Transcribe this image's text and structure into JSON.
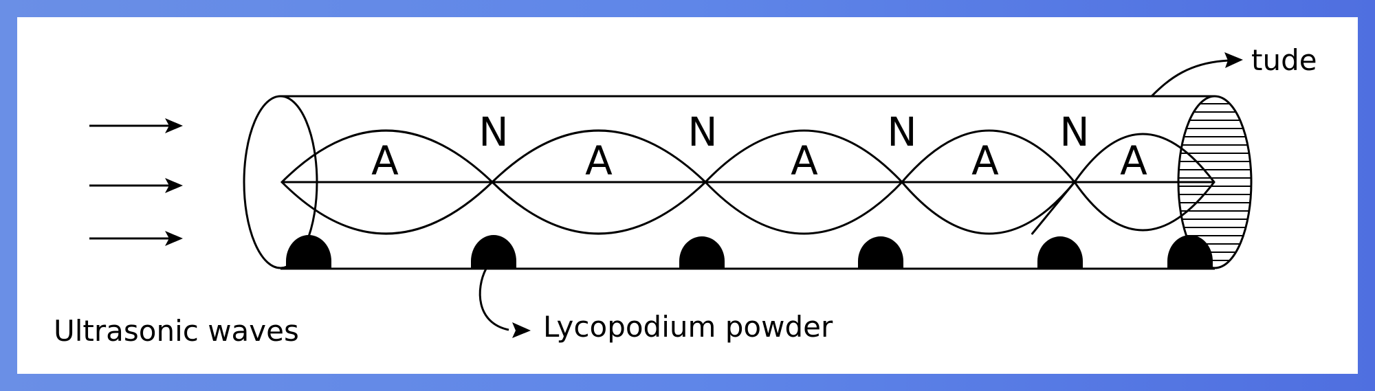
{
  "labels": {
    "source": "Ultrasonic waves",
    "powder": "Lycopodium powder",
    "tube": "tude"
  },
  "nodes": [
    "N",
    "N",
    "N",
    "N"
  ],
  "antinodes": [
    "A",
    "A",
    "A",
    "A",
    "A"
  ],
  "colors": {
    "border_gradient_start": "#6a8fe6",
    "border_gradient_end": "#4f6fe0",
    "background": "#ffffff",
    "ink": "#000000"
  }
}
